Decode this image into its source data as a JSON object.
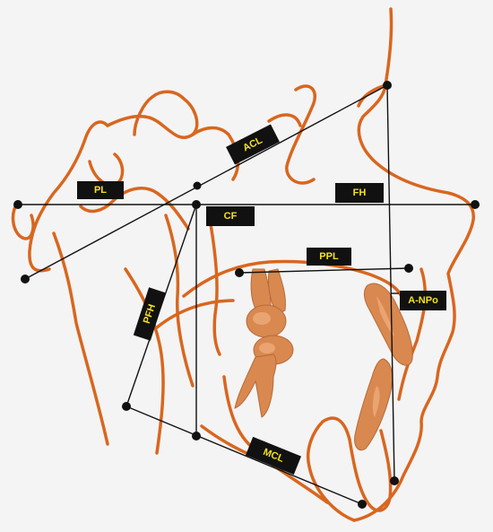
{
  "labels": {
    "pl": "PL",
    "acl": "ACL",
    "fh": "FH",
    "cf": "CF",
    "ppl": "PPL",
    "anpo": "A-NPo",
    "pfh": "PFH",
    "mcl": "MCL"
  },
  "colors": {
    "trace": "#d9661f",
    "line": "#111111",
    "label_bg": "#111111",
    "label_text": "#f4e21d",
    "tooth": "#d98850"
  }
}
